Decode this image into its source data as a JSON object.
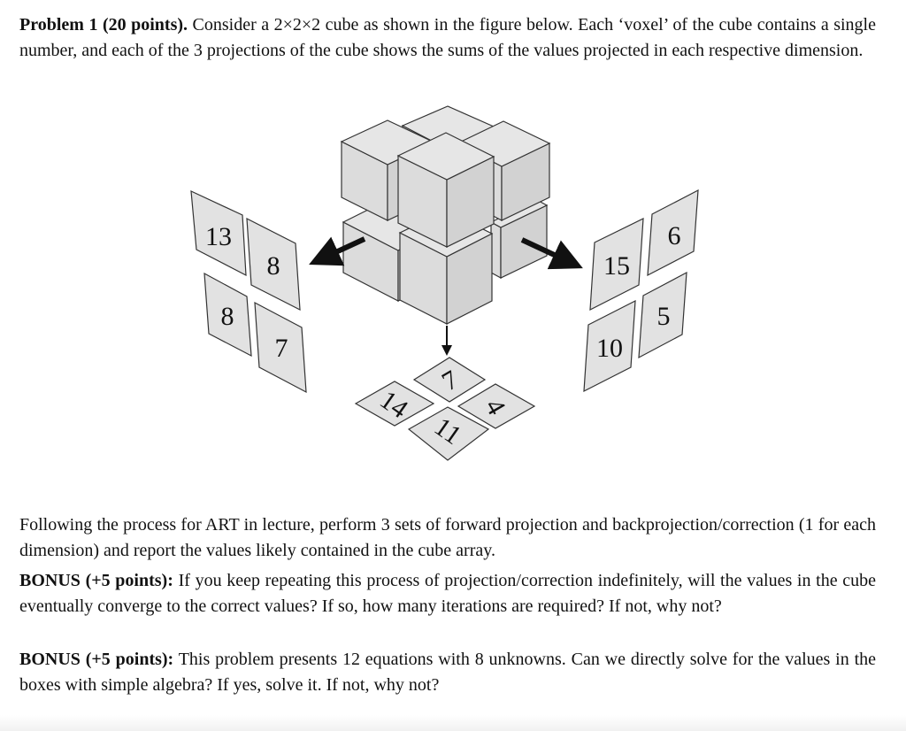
{
  "problem": {
    "heading": "Problem 1 (20 points).",
    "intro": "Consider a 2×2×2 cube as shown in the figure below. Each ‘voxel’ of the cube contains a single number, and each of the 3 projections of the cube shows the sums of the values projected in each respective dimension.",
    "instructions": "Following the process for ART in lecture, perform 3 sets of forward projection and backprojection/correction (1 for each dimension) and report the values likely contained in the cube array.",
    "bonus1_label": "BONUS (+5 points):",
    "bonus1_text": "If you keep repeating this process of projection/correction indefinitely, will the values in the cube eventually converge to the correct values? If so, how many iterations are required? If not, why not?",
    "bonus2_label": "BONUS (+5 points):",
    "bonus2_text": "This problem presents 12 equations with 8 unknowns. Can we directly solve for the values in the boxes with simple algebra? If yes, solve it. If not, why not?"
  },
  "figure": {
    "left_projection": [
      "13",
      "8",
      "8",
      "7"
    ],
    "right_projection": [
      "15",
      "6",
      "10",
      "5"
    ],
    "bottom_projection": [
      "7",
      "4",
      "14",
      "11"
    ]
  }
}
